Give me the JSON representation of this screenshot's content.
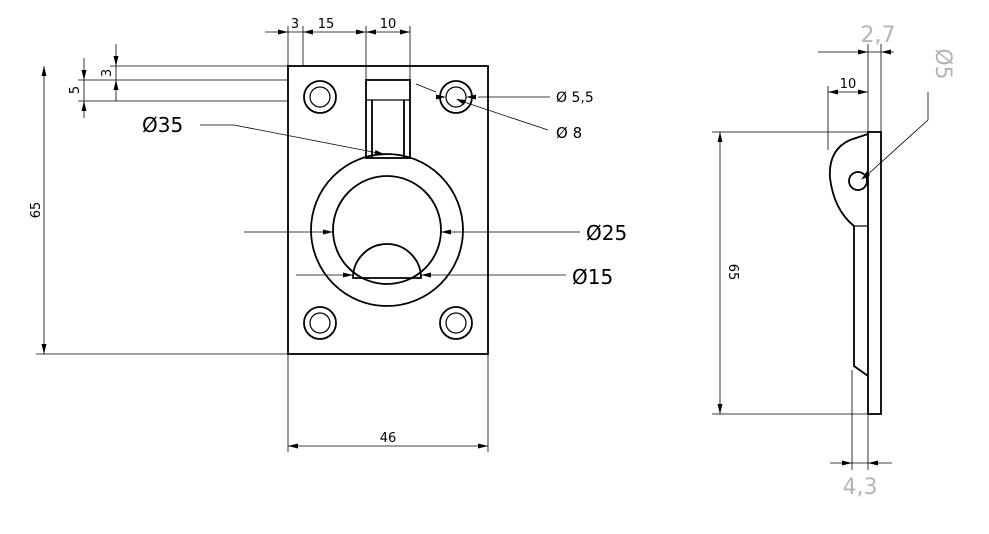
{
  "front_view": {
    "dims": {
      "d_top_3": "3",
      "d_top_15": "15",
      "d_top_10": "10",
      "d_left_3": "3",
      "d_left_5": "5",
      "d_height_65": "65",
      "d_width_46": "46"
    },
    "callouts": {
      "dia35": "Ø35",
      "dia5_5": "Ø 5,5",
      "dia8": "Ø 8",
      "dia25": "Ø25",
      "dia15": "Ø15"
    }
  },
  "side_view": {
    "dims": {
      "d_2_7": "2,7",
      "d_dia5": "Ø5",
      "d_10": "10",
      "d_65": "65",
      "d_4_3": "4,3"
    }
  },
  "colors": {
    "lines": "#000000",
    "secondary_dim_text": "#b5b5b5",
    "background": "#ffffff"
  }
}
